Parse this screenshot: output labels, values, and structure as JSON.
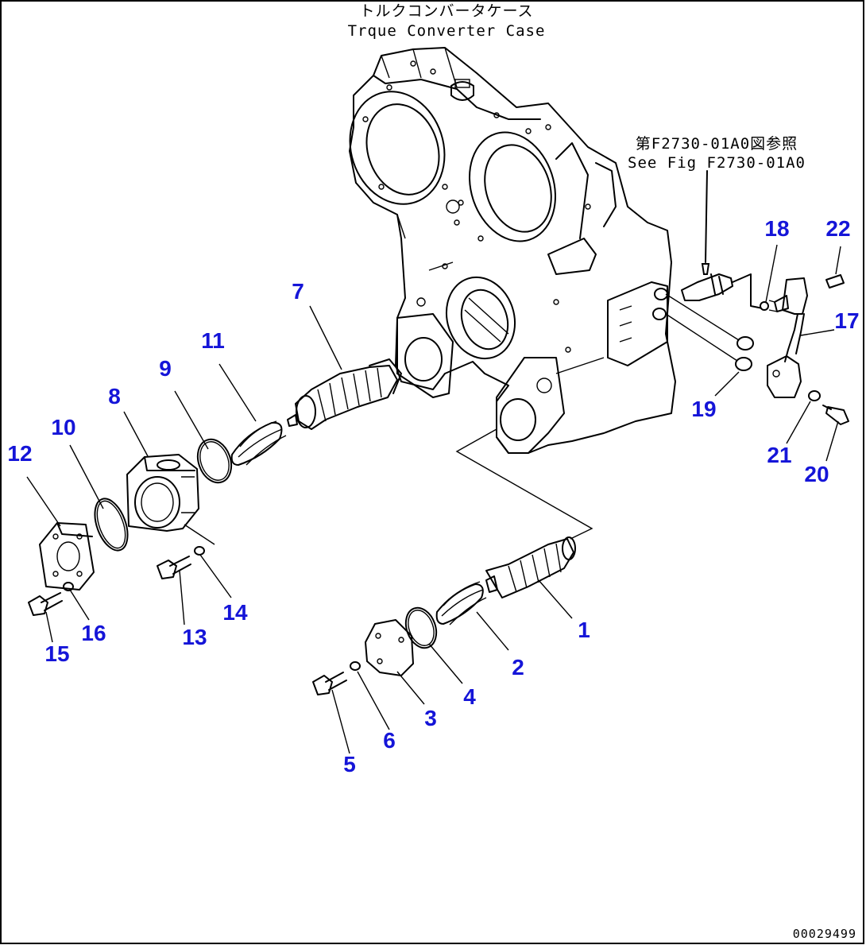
{
  "header": {
    "title_jp": "トルクコンバータケース",
    "title_en": "Trque Converter Case"
  },
  "reference": {
    "jp": "第F2730-01A0図参照",
    "en": "See Fig F2730-01A0"
  },
  "callouts": [
    "1",
    "2",
    "3",
    "4",
    "5",
    "6",
    "7",
    "8",
    "9",
    "10",
    "11",
    "12",
    "13",
    "14",
    "15",
    "16",
    "17",
    "18",
    "19",
    "20",
    "21",
    "22"
  ],
  "footer": {
    "drawing_number": "00029499"
  },
  "colors": {
    "callout": "#1515d8",
    "line": "#000000",
    "background": "#ffffff"
  }
}
